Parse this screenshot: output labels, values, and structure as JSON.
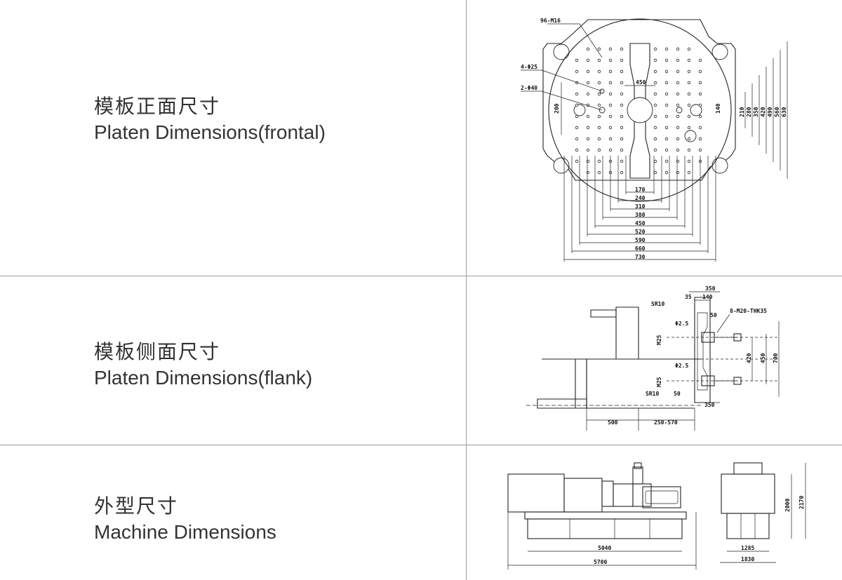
{
  "rows": [
    {
      "label_zh": "模板正面尺寸",
      "label_en": "Platen Dimensions(frontal)",
      "drawing": {
        "callouts": [
          "96-M16",
          "4-Φ25",
          "2-Φ40"
        ],
        "center_width": "450",
        "left_height": "200",
        "vertical_dims": [
          "140",
          "210",
          "280",
          "350",
          "420",
          "490",
          "560",
          "630"
        ],
        "horizontal_dims": [
          "170",
          "240",
          "310",
          "380",
          "450",
          "520",
          "590",
          "660",
          "730"
        ]
      }
    },
    {
      "label_zh": "模板侧面尺寸",
      "label_en": "Platen Dimensions(flank)",
      "drawing": {
        "top_dims": [
          "350",
          "35",
          "140"
        ],
        "notes": [
          "SR10",
          "50",
          "8-M20-THK35",
          "Φ2.5",
          "M25",
          "Φ2.5",
          "M25",
          "SR10",
          "50"
        ],
        "vertical_dims": [
          "420",
          "450",
          "700"
        ],
        "bottom_right_dim": "350",
        "bottom_dims": [
          "500",
          "250-570"
        ]
      }
    },
    {
      "label_zh": "外型尺寸",
      "label_en": "Machine Dimensions",
      "drawing": {
        "length_inner": "5040",
        "length_outer": "5700",
        "width_inner": "1285",
        "width_outer": "1830",
        "height_inner": "2000",
        "height_outer": "2170"
      }
    }
  ]
}
